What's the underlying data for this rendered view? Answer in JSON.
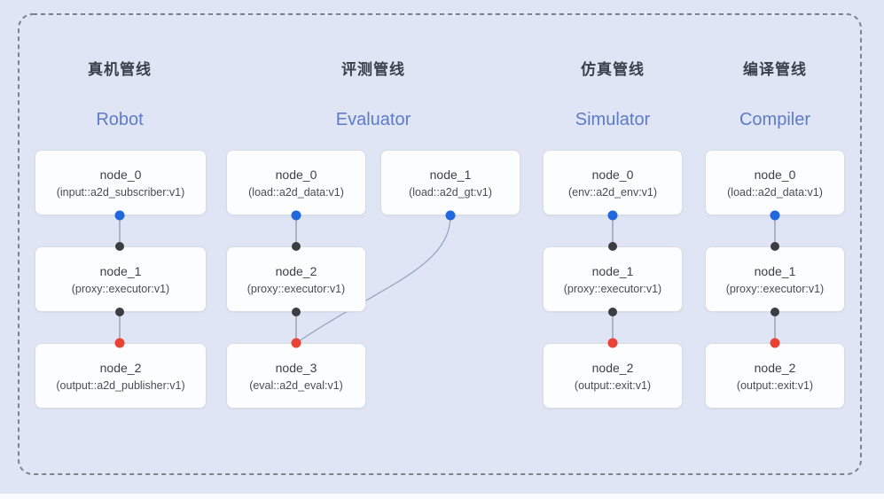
{
  "diagram": {
    "pipelines": [
      {
        "key": "robot",
        "title_zh": "真机管线",
        "title_en": "Robot",
        "nodes": [
          {
            "label": "node_0",
            "type": "(input::a2d_subscriber:v1)"
          },
          {
            "label": "node_1",
            "type": "(proxy::executor:v1)"
          },
          {
            "label": "node_2",
            "type": "(output::a2d_publisher:v1)"
          }
        ]
      },
      {
        "key": "evaluator",
        "title_zh": "评测管线",
        "title_en": "Evaluator",
        "nodes": [
          {
            "label": "node_0",
            "type": "(load::a2d_data:v1)"
          },
          {
            "label": "node_1",
            "type": "(load::a2d_gt:v1)"
          },
          {
            "label": "node_2",
            "type": "(proxy::executor:v1)"
          },
          {
            "label": "node_3",
            "type": "(eval::a2d_eval:v1)"
          }
        ]
      },
      {
        "key": "simulator",
        "title_zh": "仿真管线",
        "title_en": "Simulator",
        "nodes": [
          {
            "label": "node_0",
            "type": "(env::a2d_env:v1)"
          },
          {
            "label": "node_1",
            "type": "(proxy::executor:v1)"
          },
          {
            "label": "node_2",
            "type": "(output::exit:v1)"
          }
        ]
      },
      {
        "key": "compiler",
        "title_zh": "编译管线",
        "title_en": "Compiler",
        "nodes": [
          {
            "label": "node_0",
            "type": "(load::a2d_data:v1)"
          },
          {
            "label": "node_1",
            "type": "(proxy::executor:v1)"
          },
          {
            "label": "node_2",
            "type": "(output::exit:v1)"
          }
        ]
      }
    ],
    "edges": [
      {
        "pipeline": "robot",
        "from": "node_0",
        "to": "node_1"
      },
      {
        "pipeline": "robot",
        "from": "node_1",
        "to": "node_2"
      },
      {
        "pipeline": "evaluator",
        "from": "node_0",
        "to": "node_2"
      },
      {
        "pipeline": "evaluator",
        "from": "node_2",
        "to": "node_3"
      },
      {
        "pipeline": "evaluator",
        "from": "node_1",
        "to": "node_3"
      },
      {
        "pipeline": "simulator",
        "from": "node_0",
        "to": "node_1"
      },
      {
        "pipeline": "simulator",
        "from": "node_1",
        "to": "node_2"
      },
      {
        "pipeline": "compiler",
        "from": "node_0",
        "to": "node_1"
      },
      {
        "pipeline": "compiler",
        "from": "node_1",
        "to": "node_2"
      }
    ],
    "colors": {
      "background": "#dfe5f4",
      "frame_dash": "#7d838d",
      "node_fill": "#fcfdfe",
      "node_border": "#d9dce2",
      "port_blue": "#2268dd",
      "port_black": "#3b3d42",
      "port_red": "#e94335",
      "edge_gray": "#8d939e",
      "edge_curve": "#9aa6c0",
      "title_en_color": "#5e7bc8",
      "title_zh_color": "#3a3f4b"
    }
  }
}
